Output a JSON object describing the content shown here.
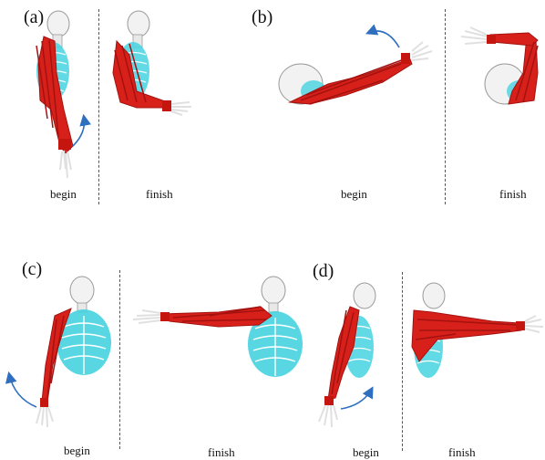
{
  "panels": [
    {
      "id": "a",
      "label": "(a)",
      "captions": [
        "begin",
        "finish"
      ]
    },
    {
      "id": "b",
      "label": "(b)",
      "captions": [
        "begin",
        "finish"
      ]
    },
    {
      "id": "c",
      "label": "(c)",
      "captions": [
        "begin",
        "finish"
      ]
    },
    {
      "id": "d",
      "label": "(d)",
      "captions": [
        "begin",
        "finish"
      ]
    }
  ],
  "colors": {
    "muscle": "#d8201b",
    "muscle_dark": "#a3120f",
    "bone": "#f2f2f2",
    "bone_outline": "#9a9a9a",
    "ribcage": "#46d3e0",
    "arrow": "#2f6fc0",
    "divider": "#555555"
  },
  "icons": [
    "skeleton-figure",
    "muscle-fibers",
    "motion-arrow"
  ]
}
